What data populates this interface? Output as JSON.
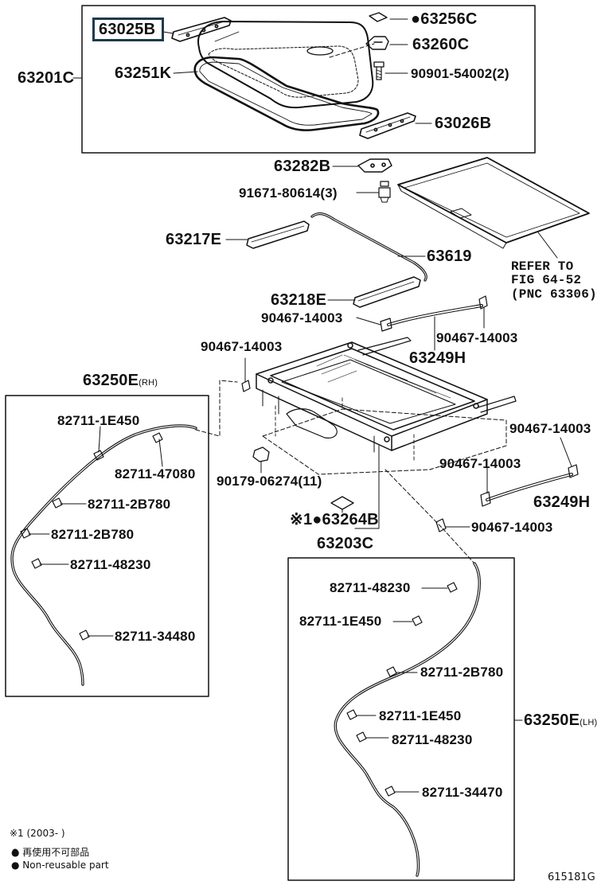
{
  "diagram": {
    "highlighted_part": "63025B",
    "figure_code": "615181G",
    "labels": {
      "p63025B": "63025B",
      "p63256C": "●63256C",
      "p63260C": "63260C",
      "p90901": "90901-54002(2)",
      "p63201C": "63201C",
      "p63251K": "63251K",
      "p63026B": "63026B",
      "p63282B": "63282B",
      "p91671": "91671-80614(3)",
      "p63217E": "63217E",
      "p63619": "63619",
      "refer1": "REFER TO",
      "refer2": "FIG 64-52",
      "refer3": "(PNC 63306)",
      "p63218E": "63218E",
      "p90467_a": "90467-14003",
      "p90467_b": "90467-14003",
      "p63249H_a": "63249H",
      "p90467_c": "90467-14003",
      "p63250E_rh": "63250E",
      "rh": "(RH)",
      "p90467_d": "90467-14003",
      "p90467_e": "90467-14003",
      "p63249H_b": "63249H",
      "p90179": "90179-06274(11)",
      "p63264B": "※1●63264B",
      "p63203C": "63203C",
      "p90467_f": "90467-14003",
      "rh_82711_1E450": "82711-1E450",
      "rh_82711_47080": "82711-47080",
      "rh_82711_2B780a": "82711-2B780",
      "rh_82711_2B780b": "82711-2B780",
      "rh_82711_48230": "82711-48230",
      "rh_82711_34480": "82711-34480",
      "lh_82711_48230a": "82711-48230",
      "lh_82711_1E450a": "82711-1E450",
      "lh_82711_2B780": "82711-2B780",
      "lh_82711_1E450b": "82711-1E450",
      "lh_82711_48230b": "82711-48230",
      "lh_82711_34470": "82711-34470",
      "p63250E_lh": "63250E",
      "lh": "(LH)"
    },
    "notes": {
      "n1": "※1 (2003-        )",
      "n2": "● 再使用不可部品",
      "n3": "● Non-reusable part"
    }
  }
}
